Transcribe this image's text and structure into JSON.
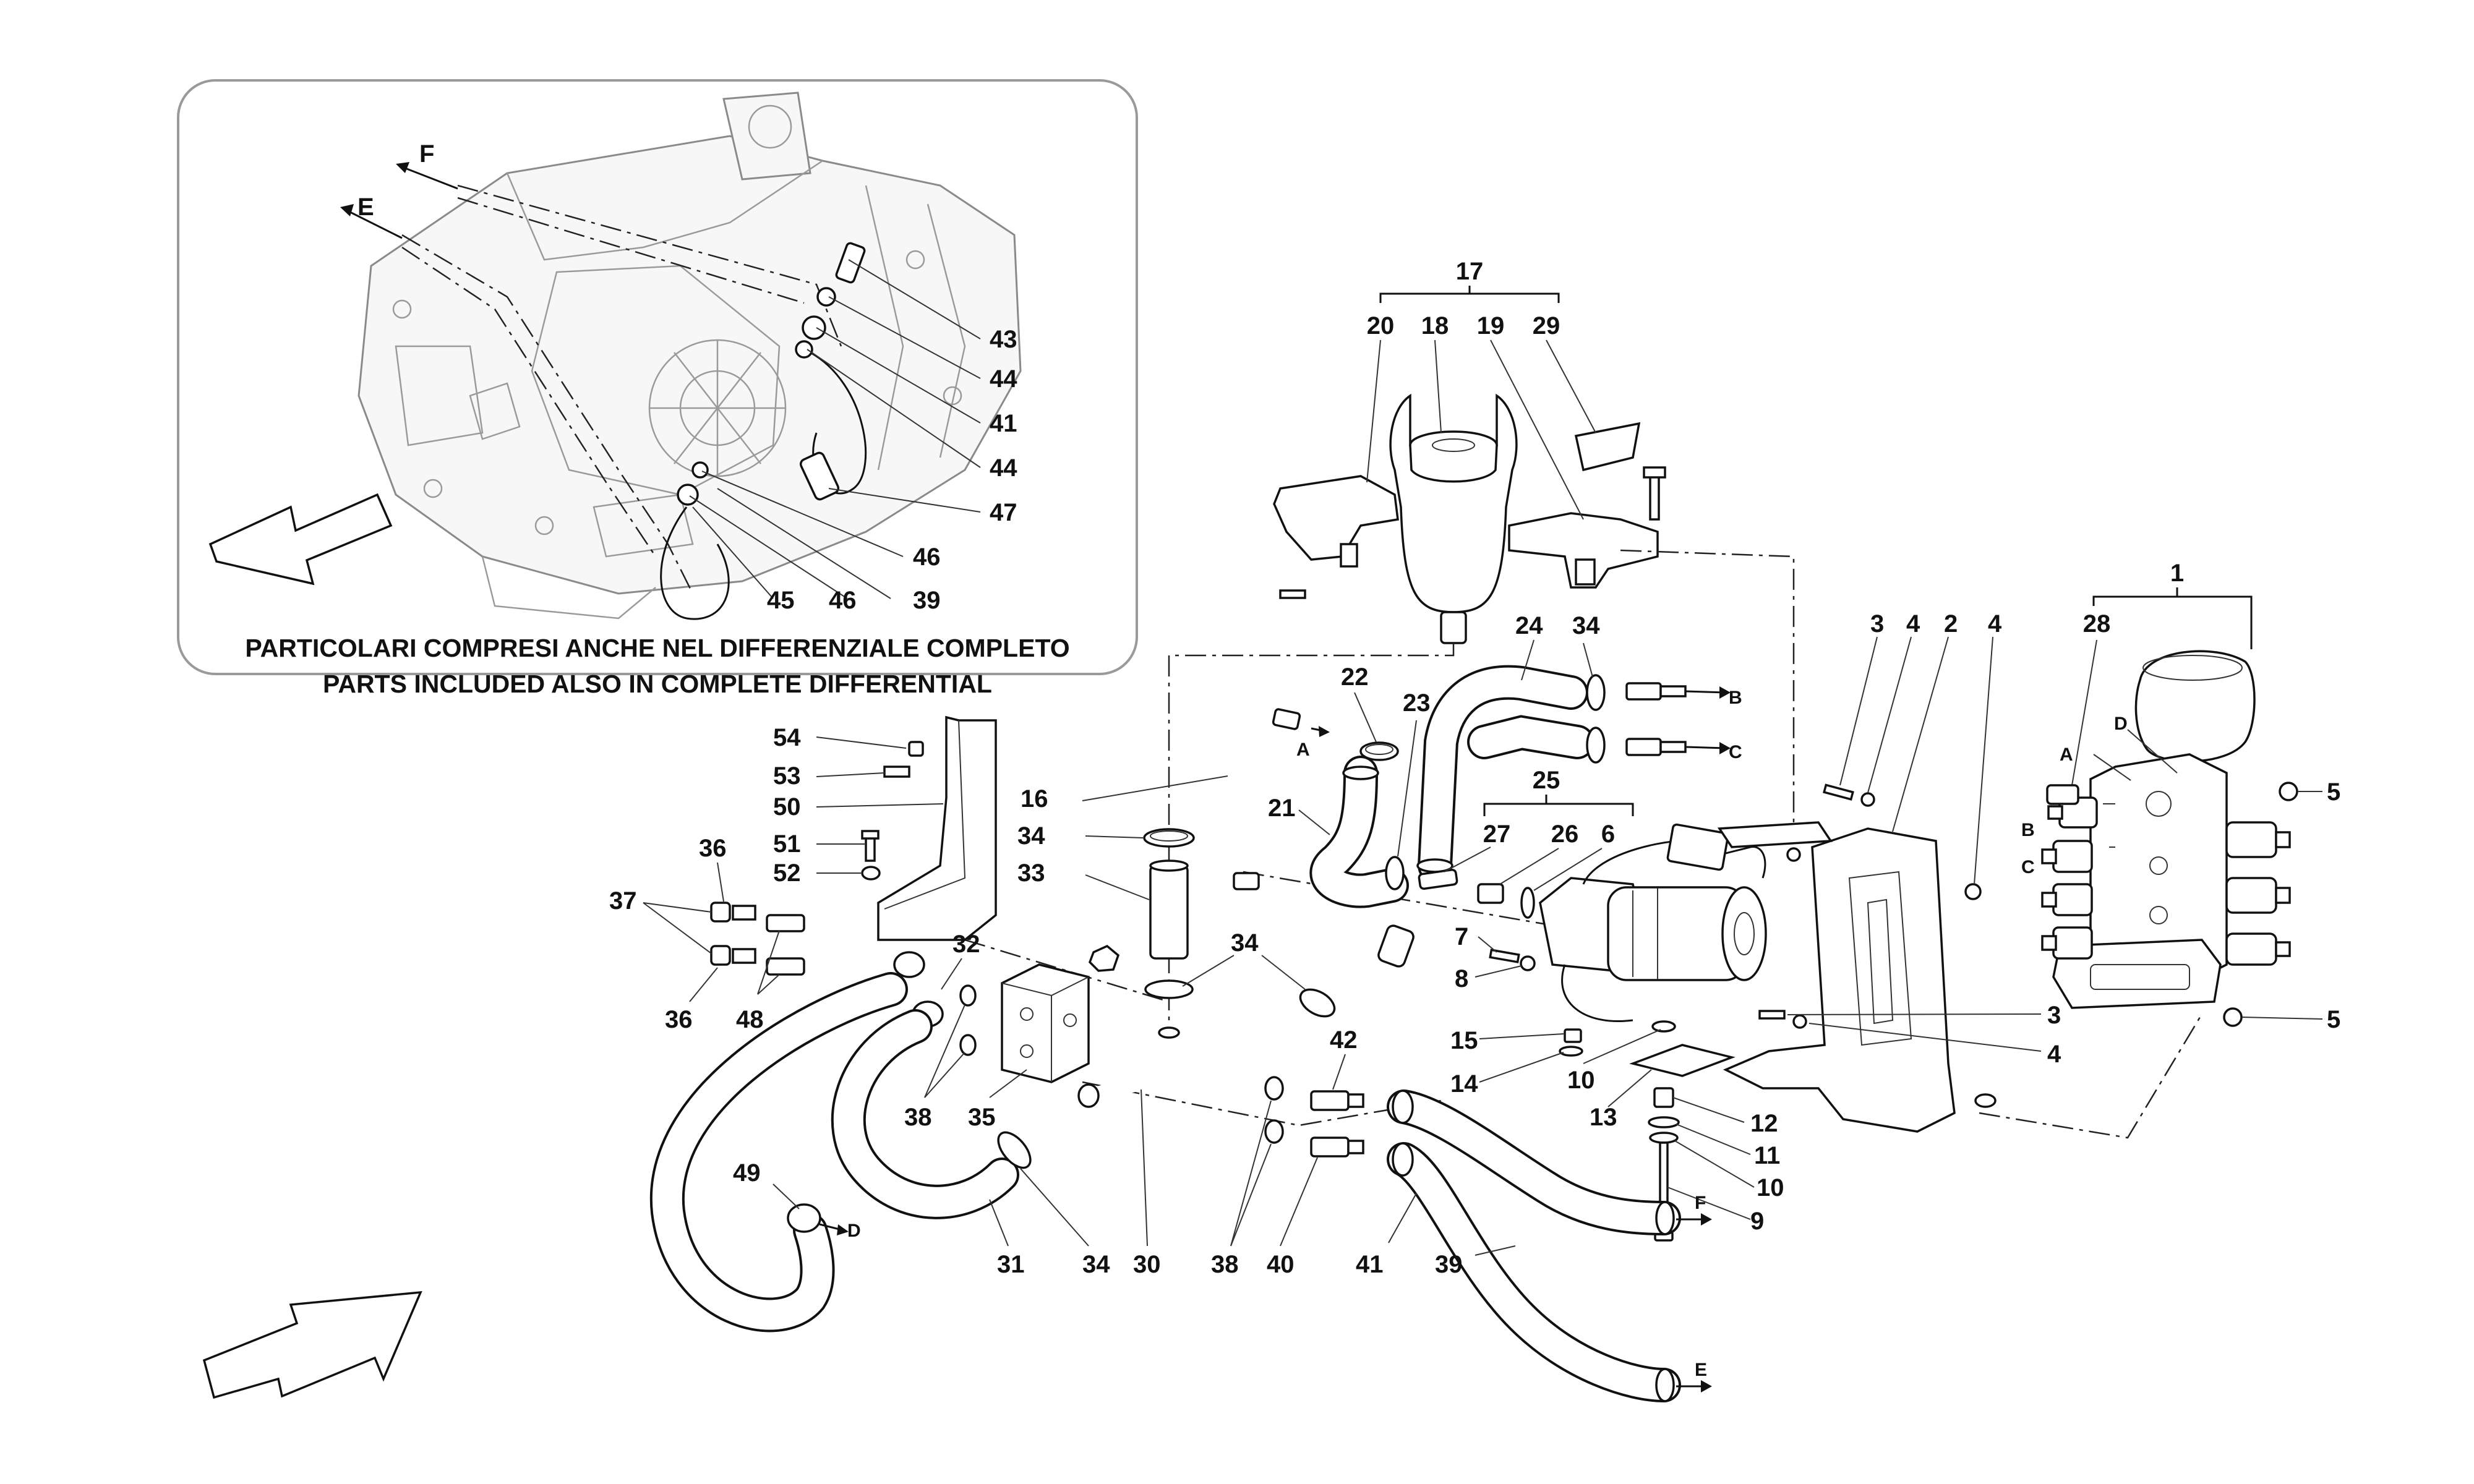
{
  "inset": {
    "caption_it": "PARTICOLARI COMPRESI ANCHE NEL DIFFERENZIALE COMPLETO",
    "caption_en": "PARTS INCLUDED ALSO IN COMPLETE DIFFERENTIAL"
  },
  "letters": {
    "a": "A",
    "b": "B",
    "c": "C",
    "d": "D",
    "e": "E",
    "f": "F"
  },
  "labels": {
    "p1": "1",
    "p2": "2",
    "p3": "3",
    "p4": "4",
    "p5": "5",
    "p6": "6",
    "p7": "7",
    "p8": "8",
    "p9": "9",
    "p10": "10",
    "p11": "11",
    "p12": "12",
    "p13": "13",
    "p14": "14",
    "p15": "15",
    "p16": "16",
    "p17": "17",
    "p18": "18",
    "p19": "19",
    "p20": "20",
    "p21": "21",
    "p22": "22",
    "p23": "23",
    "p24": "24",
    "p25": "25",
    "p26": "26",
    "p27": "27",
    "p28": "28",
    "p29": "29",
    "p30": "30",
    "p31": "31",
    "p32": "32",
    "p33": "33",
    "p34": "34",
    "p35": "35",
    "p36": "36",
    "p37": "37",
    "p38": "38",
    "p39": "39",
    "p40": "40",
    "p41": "41",
    "p42": "42",
    "p43": "43",
    "p44": "44",
    "p45": "45",
    "p46": "46",
    "p47": "47",
    "p48": "48",
    "p49": "49",
    "p50": "50",
    "p51": "51",
    "p52": "52",
    "p53": "53",
    "p54": "54"
  }
}
